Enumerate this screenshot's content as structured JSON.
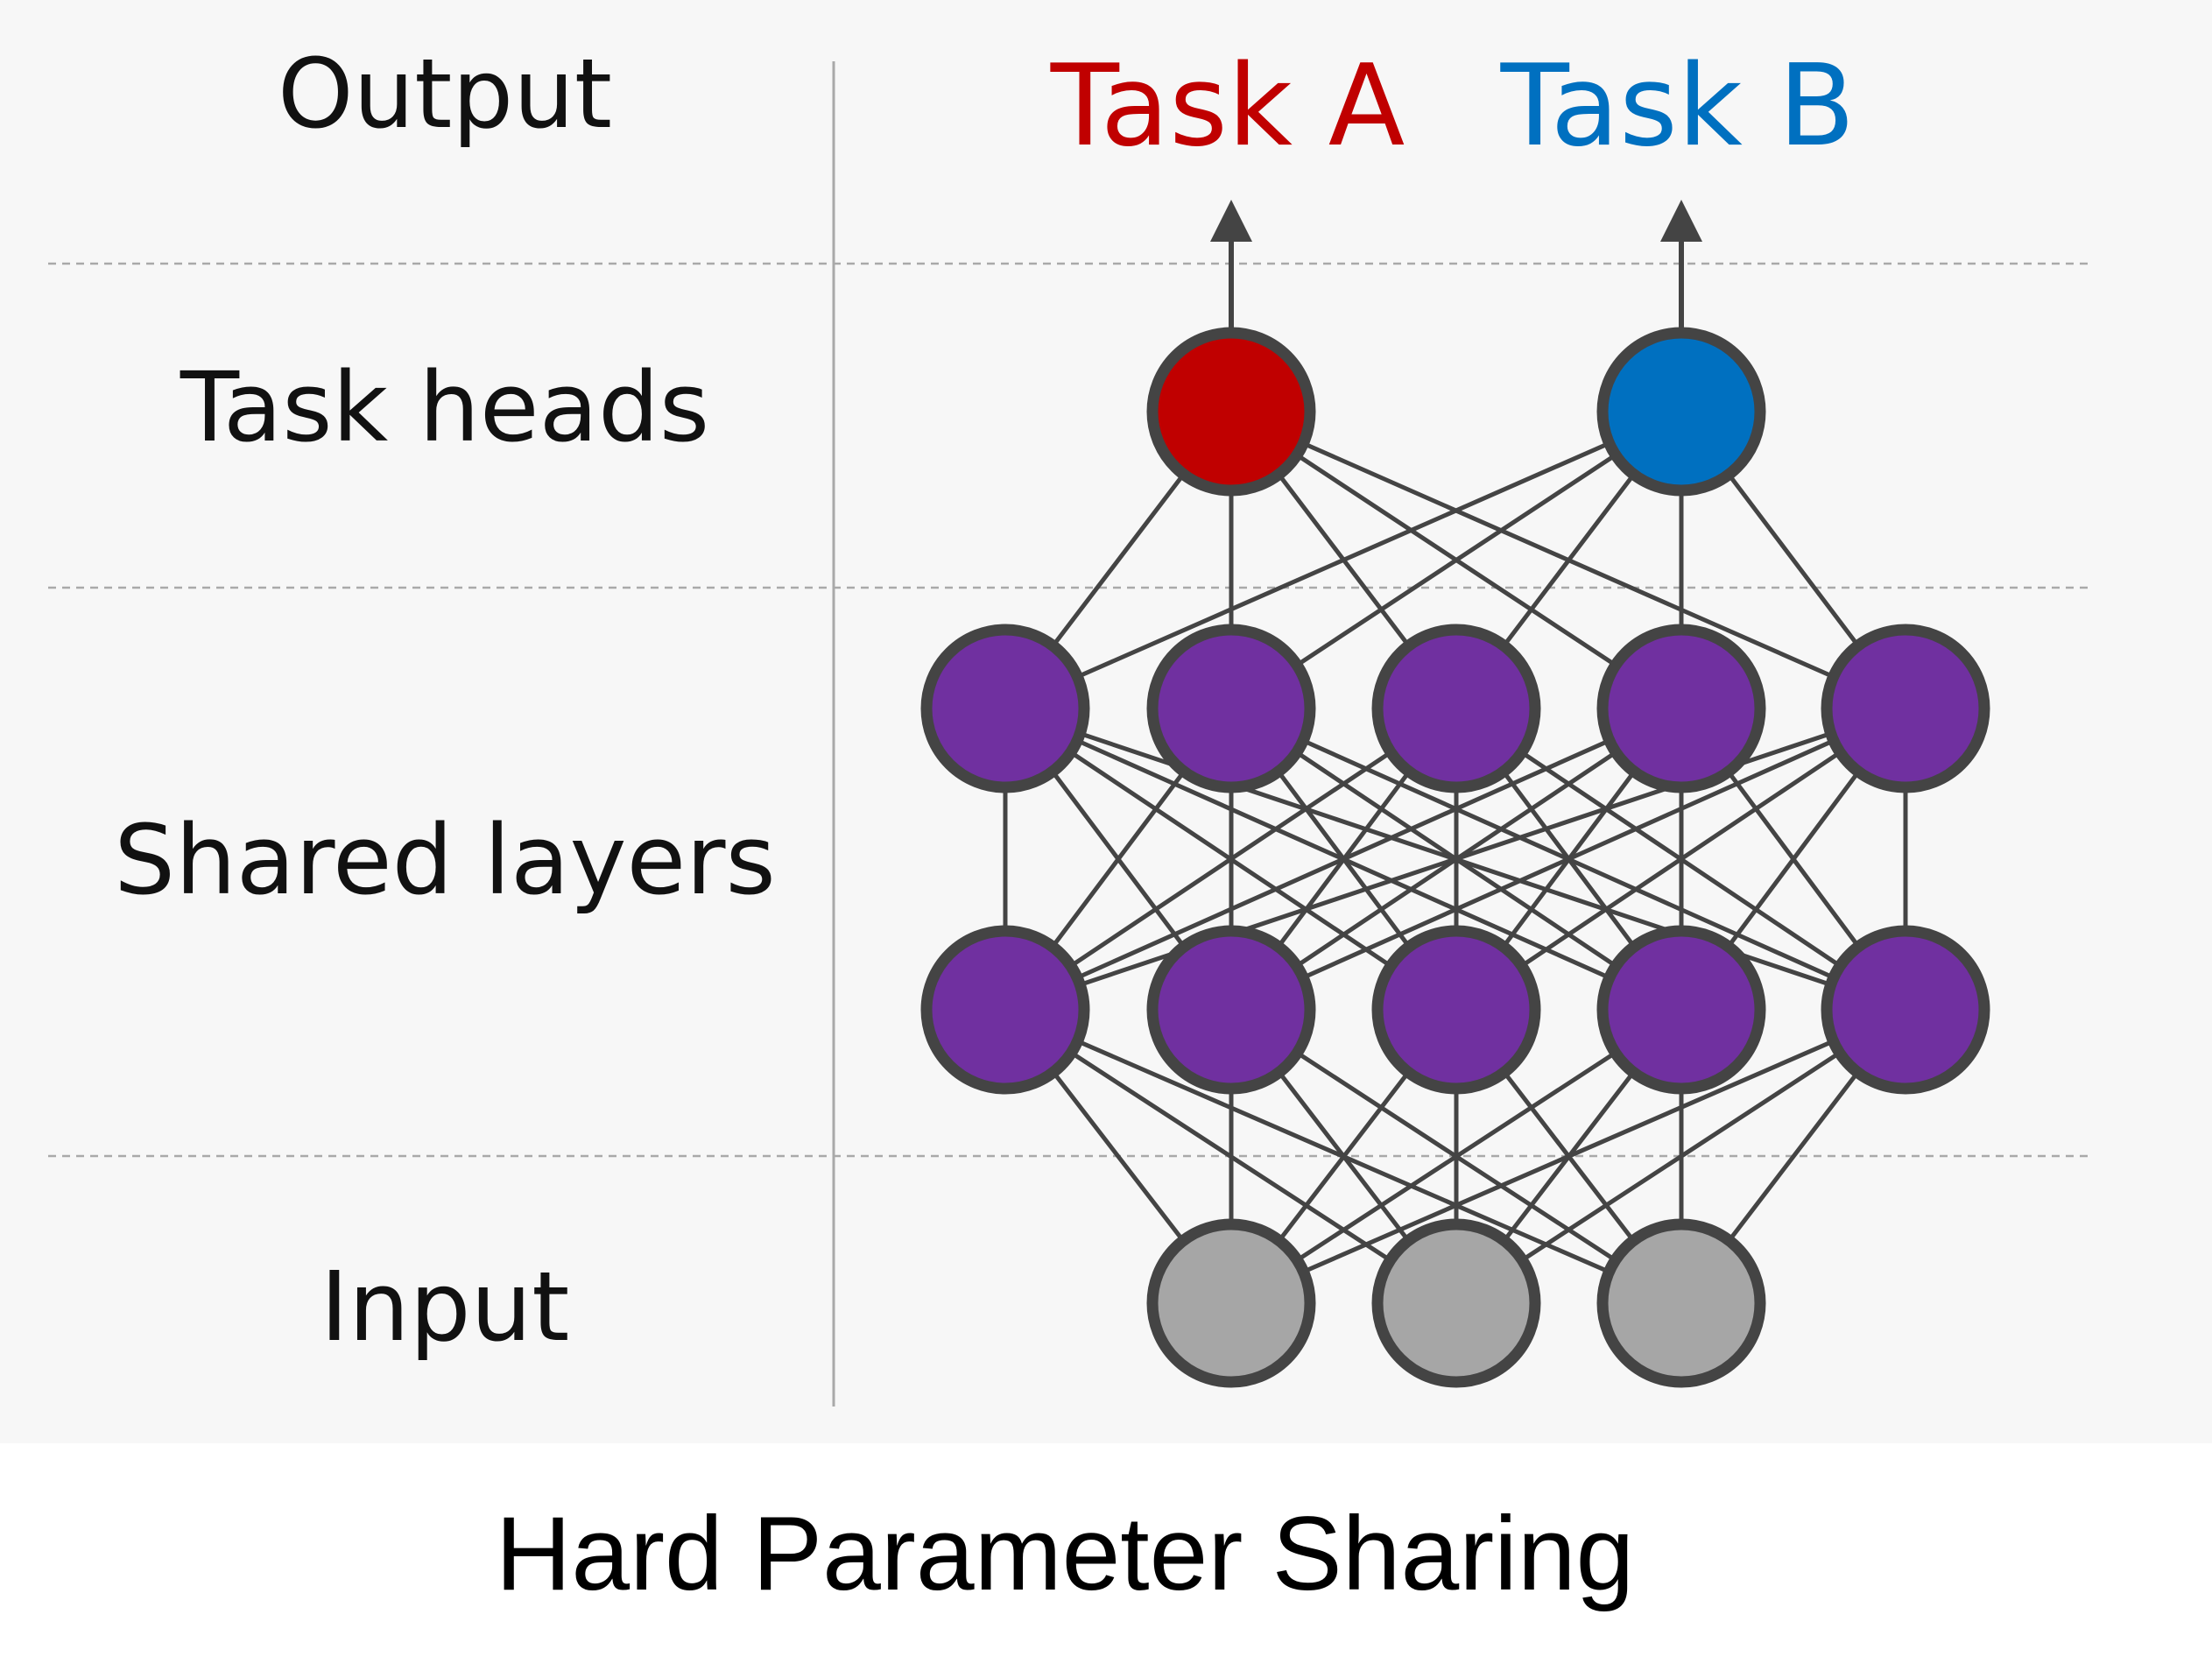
{
  "rows": {
    "output": "Output",
    "task_heads": "Task heads",
    "shared_layers": "Shared layers",
    "input": "Input"
  },
  "tasks": [
    {
      "label": "Task A",
      "color": "#c00000"
    },
    {
      "label": "Task B",
      "color": "#0070c0"
    }
  ],
  "caption": "Hard Parameter Sharing",
  "colors": {
    "panel_background": "#f7f7f7",
    "node_outline": "#444444",
    "edge": "#444444",
    "shared_node": "#7030a0",
    "input_node": "#a6a6a6",
    "divider": "#a9a9a9"
  },
  "network": {
    "input_nodes": 3,
    "shared_layers": 2,
    "shared_nodes_per_layer": 5,
    "task_heads": 2,
    "connectivity": "fully connected"
  }
}
